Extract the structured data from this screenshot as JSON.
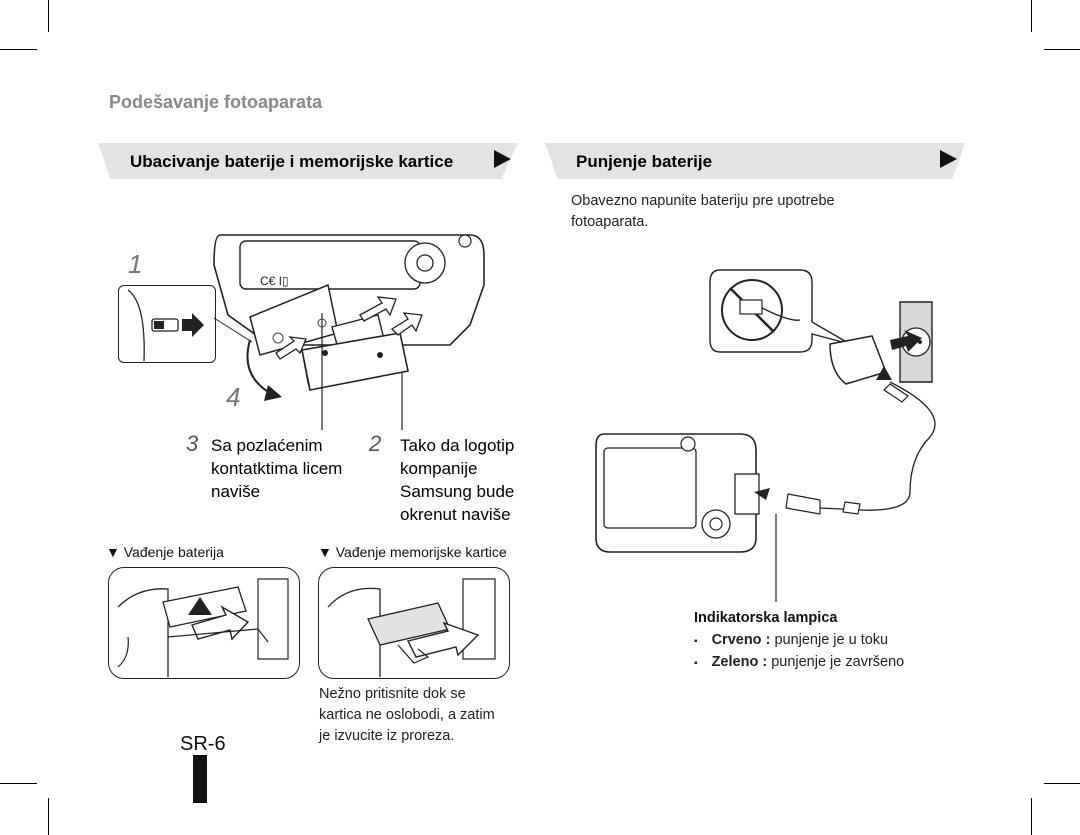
{
  "page": {
    "section_title": "Podešavanje fotoaparata",
    "page_number": "SR-6"
  },
  "left": {
    "band_title": "Ubacivanje baterije i memorijske kartice",
    "step1": "1",
    "step4": "4",
    "step3_num": "3",
    "step3_lines": [
      "Sa pozlaćenim",
      "kontatktima licem",
      "naviše"
    ],
    "step2_num": "2",
    "step2_lines": [
      "Tako da logotip",
      "kompanije",
      "Samsung bude",
      "okrenut naviše"
    ],
    "sub_battery": "▼ Vađenje baterija",
    "sub_card": "▼ Vađenje memorijske kartice",
    "card_note_lines": [
      "Nežno pritisnite dok se",
      "kartica ne oslobodi, a zatim",
      "je izvucite iz proreza."
    ]
  },
  "right": {
    "band_title": "Punjenje baterije",
    "intro_lines": [
      "Obavezno napunite bateriju pre upotrebe",
      "fotoaparata."
    ],
    "indicator_title": "Indikatorska lampica",
    "indicator_items": [
      {
        "bullet": "▪",
        "label": "Crveno",
        "sep": " : ",
        "text": "punjenje je u toku"
      },
      {
        "bullet": "▪",
        "label": "Zeleno",
        "sep": " : ",
        "text": "punjenje je završeno"
      }
    ]
  }
}
